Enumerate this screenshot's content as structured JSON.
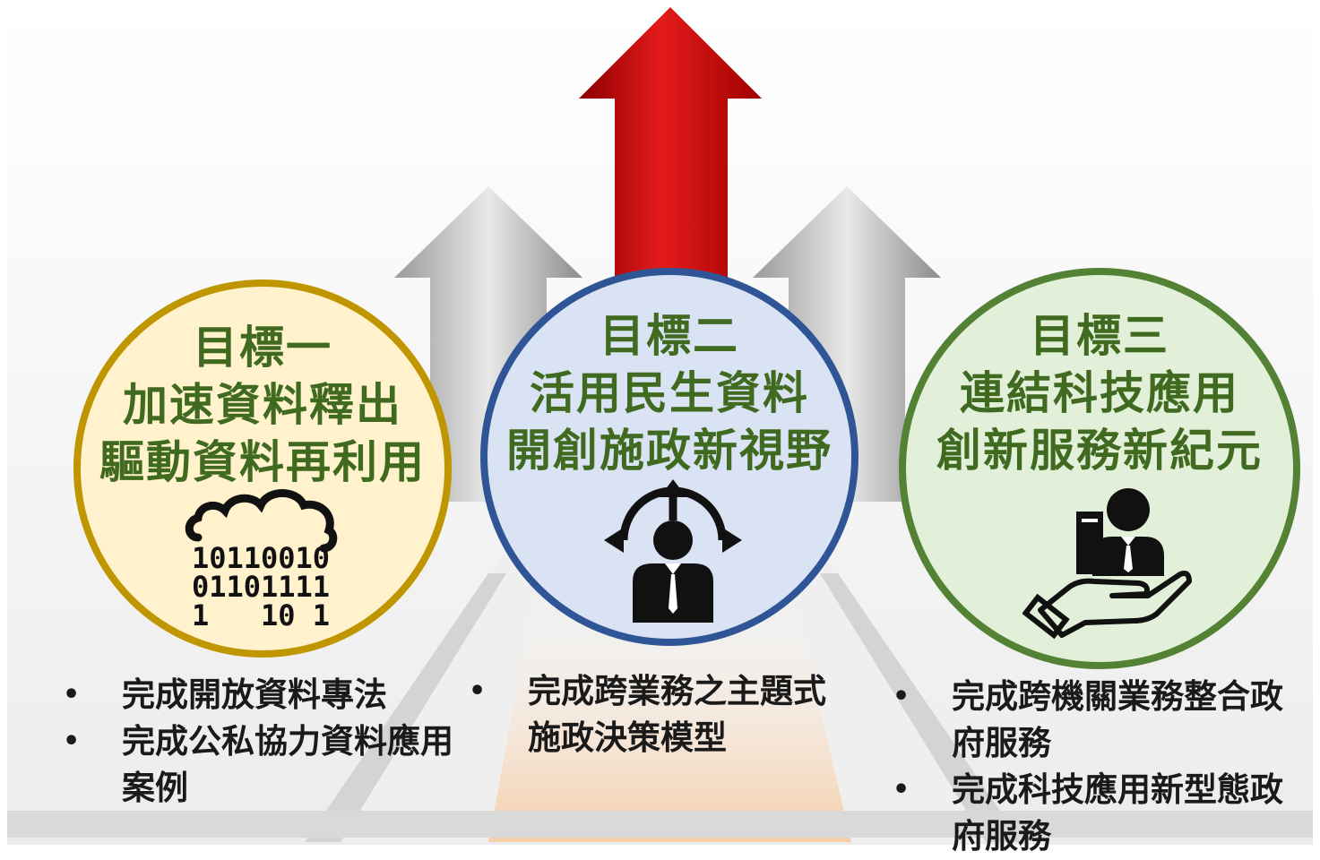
{
  "goals": [
    {
      "heading": "目標一",
      "line1": "加速資料釋出",
      "line2": "驅動資料再利用",
      "icon": "cloud-binary-data-icon",
      "binary": [
        "10110010",
        "01101111",
        "1   10 1"
      ],
      "color": "#3f6a1f",
      "border": "#bf9500",
      "fill": "#fff2cc",
      "bullets": [
        "完成開放資料專法",
        "完成公私協力資料應用案例"
      ]
    },
    {
      "heading": "目標二",
      "line1": "活用民生資料",
      "line2": "開創施政新視野",
      "icon": "person-decision-arrows-icon",
      "color": "#3f6a1f",
      "border": "#2f5597",
      "fill": "#dae3f3",
      "bullets": [
        "完成跨業務之主題式施政決策模型"
      ]
    },
    {
      "heading": "目標三",
      "line1": "連結科技應用",
      "line2": "創新服務新紀元",
      "icon": "hand-serving-person-icon",
      "color": "#3f6a1f",
      "border": "#548235",
      "fill": "#e2f0d9",
      "bullets": [
        "完成跨機關業務整合政府服務",
        "完成科技應用新型態政府服務"
      ]
    }
  ],
  "bullet_char": "•",
  "arrows": {
    "center_color": "#d40000",
    "side_color": "#a6a6a6",
    "center_icon": "red-up-arrow-icon",
    "side_icon": "gray-up-arrow-icon"
  }
}
